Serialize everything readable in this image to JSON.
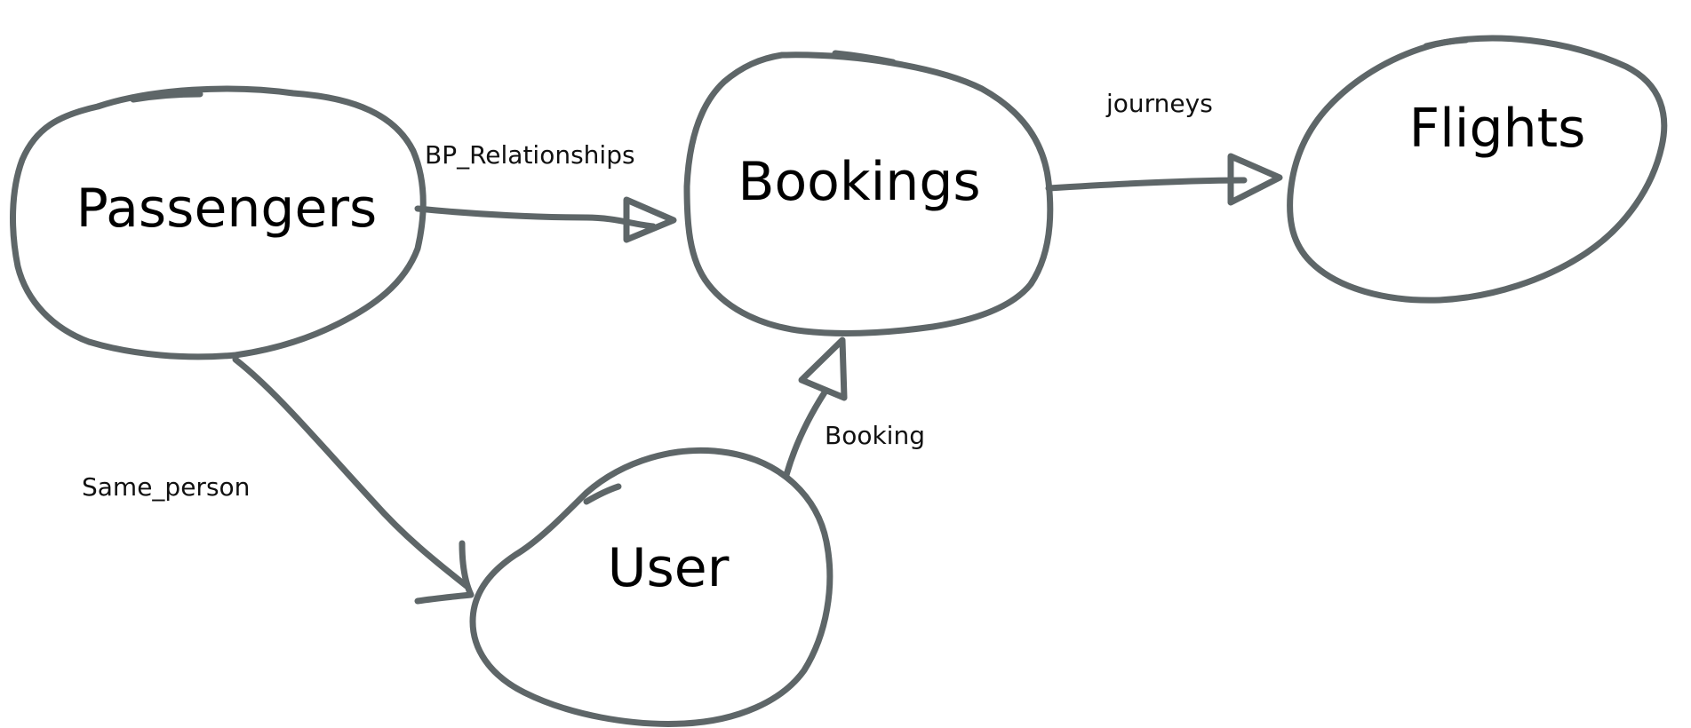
{
  "diagram": {
    "stroke_color": "#5e6668",
    "text_color": "#000000",
    "nodes": {
      "passengers": {
        "label": "Passengers"
      },
      "bookings": {
        "label": "Bookings"
      },
      "flights": {
        "label": "Flights"
      },
      "user": {
        "label": "User"
      }
    },
    "edges": {
      "bp_relationships": {
        "label": "BP_Relationships",
        "from": "Passengers",
        "to": "Bookings"
      },
      "journeys": {
        "label": "journeys",
        "from": "Bookings",
        "to": "Flights"
      },
      "booking": {
        "label": "Booking",
        "from": "User",
        "to": "Bookings"
      },
      "same_person": {
        "label": "Same_person",
        "from": "Passengers",
        "to": "User"
      }
    }
  }
}
